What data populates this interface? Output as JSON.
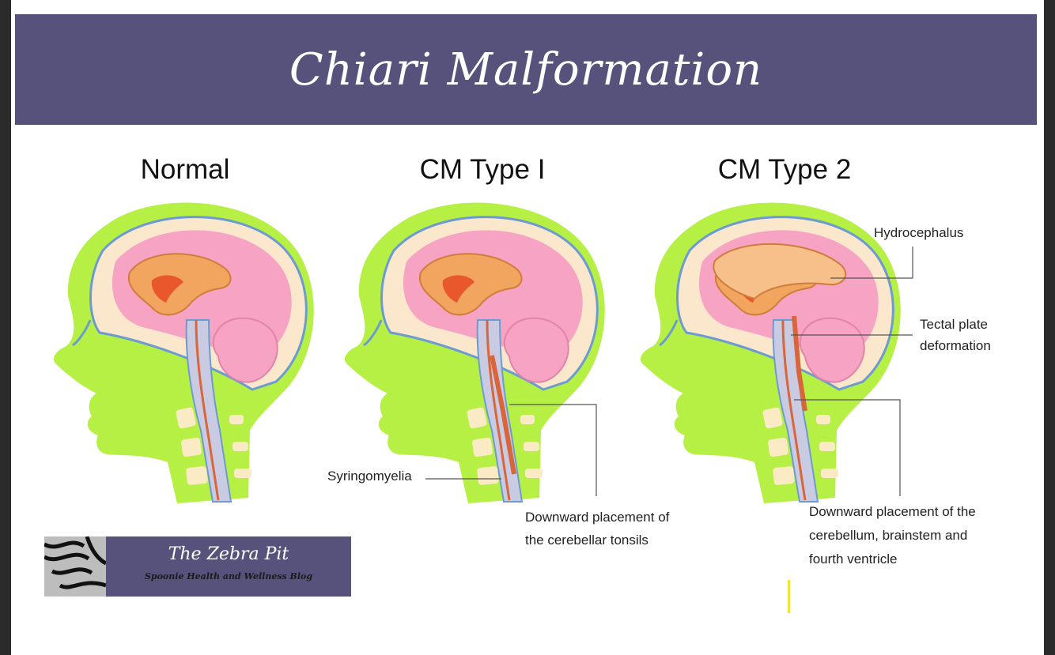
{
  "banner": {
    "title": "Chiari Malformation"
  },
  "panels": [
    {
      "title": "Normal"
    },
    {
      "title": "CM Type I"
    },
    {
      "title": "CM Type 2"
    }
  ],
  "labels": {
    "hydrocephalus": "Hydrocephalus",
    "tectal_line1": "Tectal plate",
    "tectal_line2": "deformation",
    "syringomyelia": "Syringomyelia",
    "tonsils_line1": "Downward placement of",
    "tonsils_line2": "the cerebellar tonsils",
    "type2_line1": "Downward placement of the",
    "type2_line2": "cerebellum, brainstem and",
    "type2_line3": "fourth ventricle"
  },
  "badge": {
    "title": "The Zebra Pit",
    "subtitle": "Spoonie Health and Wellness Blog"
  },
  "colors": {
    "banner": "#57527c",
    "head": "#b6f045",
    "brain": "#f7a3c3",
    "skull": "#fbe8cc",
    "ventricle": "#f2a55e",
    "vertebra": "#fbebc4",
    "spine": "#c9cbe3"
  }
}
